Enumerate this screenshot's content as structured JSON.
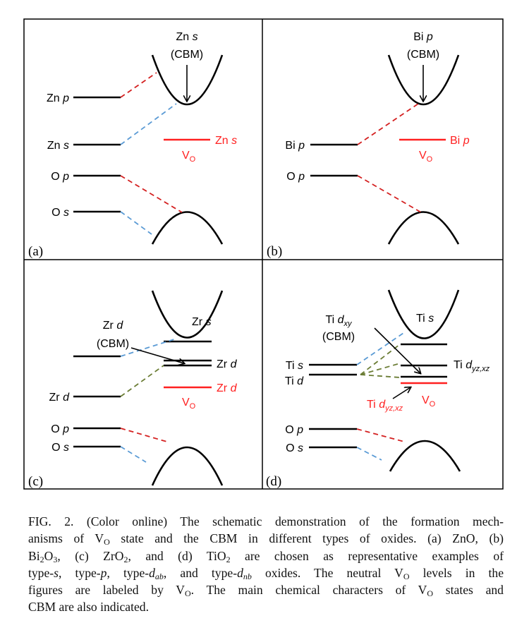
{
  "figure": {
    "panels": {
      "a": {
        "tag": "(a)",
        "levels": [
          "Zn",
          "p",
          "Zn",
          "s",
          "O",
          "p",
          "O",
          "s"
        ],
        "cbm_top": [
          "Zn",
          "s"
        ],
        "cbm_label": "(CBM)",
        "vo_char": [
          "Zn",
          "s"
        ],
        "vo": [
          "V",
          "O"
        ]
      },
      "b": {
        "tag": "(b)",
        "levels": [
          "Bi",
          "p",
          "O",
          "p"
        ],
        "cbm_top": [
          "Bi",
          "p"
        ],
        "cbm_label": "(CBM)",
        "vo_char": [
          "Bi",
          "p"
        ],
        "vo": [
          "V",
          "O"
        ]
      },
      "c": {
        "tag": "(c)",
        "levels": [
          "Zr",
          "d",
          "O",
          "p",
          "O",
          "s"
        ],
        "cbm_top": [
          "Zr",
          "d"
        ],
        "cbm_label": "(CBM)",
        "cb_char": [
          "Zr",
          "s"
        ],
        "split_char": [
          "Zr",
          "d"
        ],
        "vo_char": [
          "Zr",
          "d"
        ],
        "vo": [
          "V",
          "O"
        ]
      },
      "d": {
        "tag": "(d)",
        "levels": [
          "Ti",
          "s",
          "Ti",
          "d",
          "O",
          "p",
          "O",
          "s"
        ],
        "cbm_top": [
          "Ti",
          "d",
          "xy"
        ],
        "cbm_label": "(CBM)",
        "cb_char": [
          "Ti",
          "s"
        ],
        "split_char": [
          "Ti",
          "d",
          "yz,xz"
        ],
        "vo_char": [
          "Ti",
          "d",
          "yz,xz"
        ],
        "vo": [
          "V",
          "O"
        ]
      }
    },
    "colors": {
      "vo": "#ff2020",
      "s_mix": "#5b9bd5",
      "p_mix": "#d42020",
      "d_mix": "#6b7d35"
    }
  },
  "caption": [
    "FIG. 2.  (Color online) The schematic demonstration of the formation mech-",
    "anisms of V",
    "O",
    " state and the CBM in different types of oxides. (a) ZnO, (b)",
    "Bi",
    "2",
    "O",
    "3",
    ", (c) ZrO",
    "2",
    ", and (d) TiO",
    "2",
    " are chosen as representative examples of",
    "type-",
    "s",
    ", type-",
    "p",
    ", type-",
    "d",
    "ab",
    ", and type-",
    "d",
    "nb",
    " oxides. The neutral V",
    "O",
    " levels in the",
    "figures are labeled by V",
    "O",
    ". The main chemical characters of V",
    "O",
    " states and",
    "CBM are also indicated."
  ]
}
